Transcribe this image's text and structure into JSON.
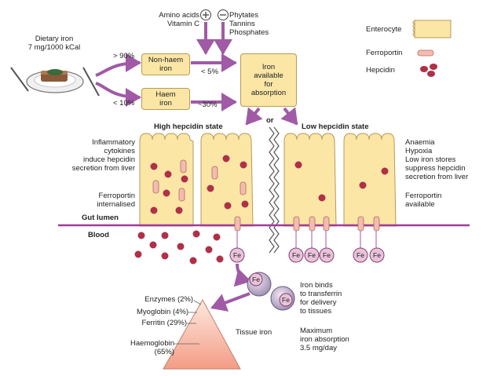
{
  "dietary": {
    "line1": "Dietary iron",
    "line2": "7 mg/1000 kCal"
  },
  "enhancers": {
    "line1": "Amino acids",
    "line2": "Vitamin C",
    "sign": "+"
  },
  "inhibitors": {
    "line1": "Phytates",
    "line2": "Tannins",
    "line3": "Phosphates",
    "sign": "−"
  },
  "pct": {
    "gt90": "> 90%",
    "lt10": "< 10%",
    "lt5": "< 5%",
    "approx30": "~30%"
  },
  "nonhaem": {
    "line1": "Non-haem",
    "line2": "iron"
  },
  "haem": {
    "line1": "Haem",
    "line2": "iron"
  },
  "iron_avail": {
    "line1": "Iron",
    "line2": "available",
    "line3": "for",
    "line4": "absorption"
  },
  "legend": {
    "enterocyte": "Enterocyte",
    "ferroportin": "Ferroportin",
    "hepcidin": "Hepcidin"
  },
  "states": {
    "high": "High hepcidin state",
    "or": "or",
    "low": "Low hepcidin state"
  },
  "left_notes": {
    "inflam1": "Inflammatory",
    "inflam2": "cytokines",
    "inflam3": "induce hepcidin",
    "inflam4": "secretion from liver",
    "fp1": "Ferroportin",
    "fp2": "internalised"
  },
  "right_notes": {
    "a1": "Anaemia",
    "a2": "Hypoxia",
    "a3": "Low iron stores",
    "a4": "suppress hepcidin",
    "a5": "secretion from liver",
    "fp1": "Ferroportin",
    "fp2": "available"
  },
  "regions": {
    "gut": "Gut lumen",
    "blood": "Blood"
  },
  "fe": "Fe",
  "transferrin": {
    "line1": "Iron binds",
    "line2": "to transferrin",
    "line3": "for delivery",
    "line4": "to tissues"
  },
  "pyramid": {
    "enzymes": "Enzymes (2%)",
    "myoglobin": "Myoglobin (4%)",
    "ferritin": "Ferritin (29%)",
    "haemo1": "Haemoglobin",
    "haemo2": "(65%)",
    "tissue": "Tissue iron"
  },
  "maxabs": {
    "line1": "Maximum",
    "line2": "iron absorption",
    "line3": "3.5 mg/day"
  },
  "colors": {
    "arrow": "#a05aa6",
    "cell": "#fbe6a6",
    "cell_border": "#b89a55",
    "hepcidin": "#b03048",
    "membrane": "#a33a9a",
    "ferroportin": "#f4bcb0",
    "fe_circle": "#e8c4d8",
    "pyramid_top": "#fde4d8",
    "pyramid_bottom": "#f4a088"
  }
}
